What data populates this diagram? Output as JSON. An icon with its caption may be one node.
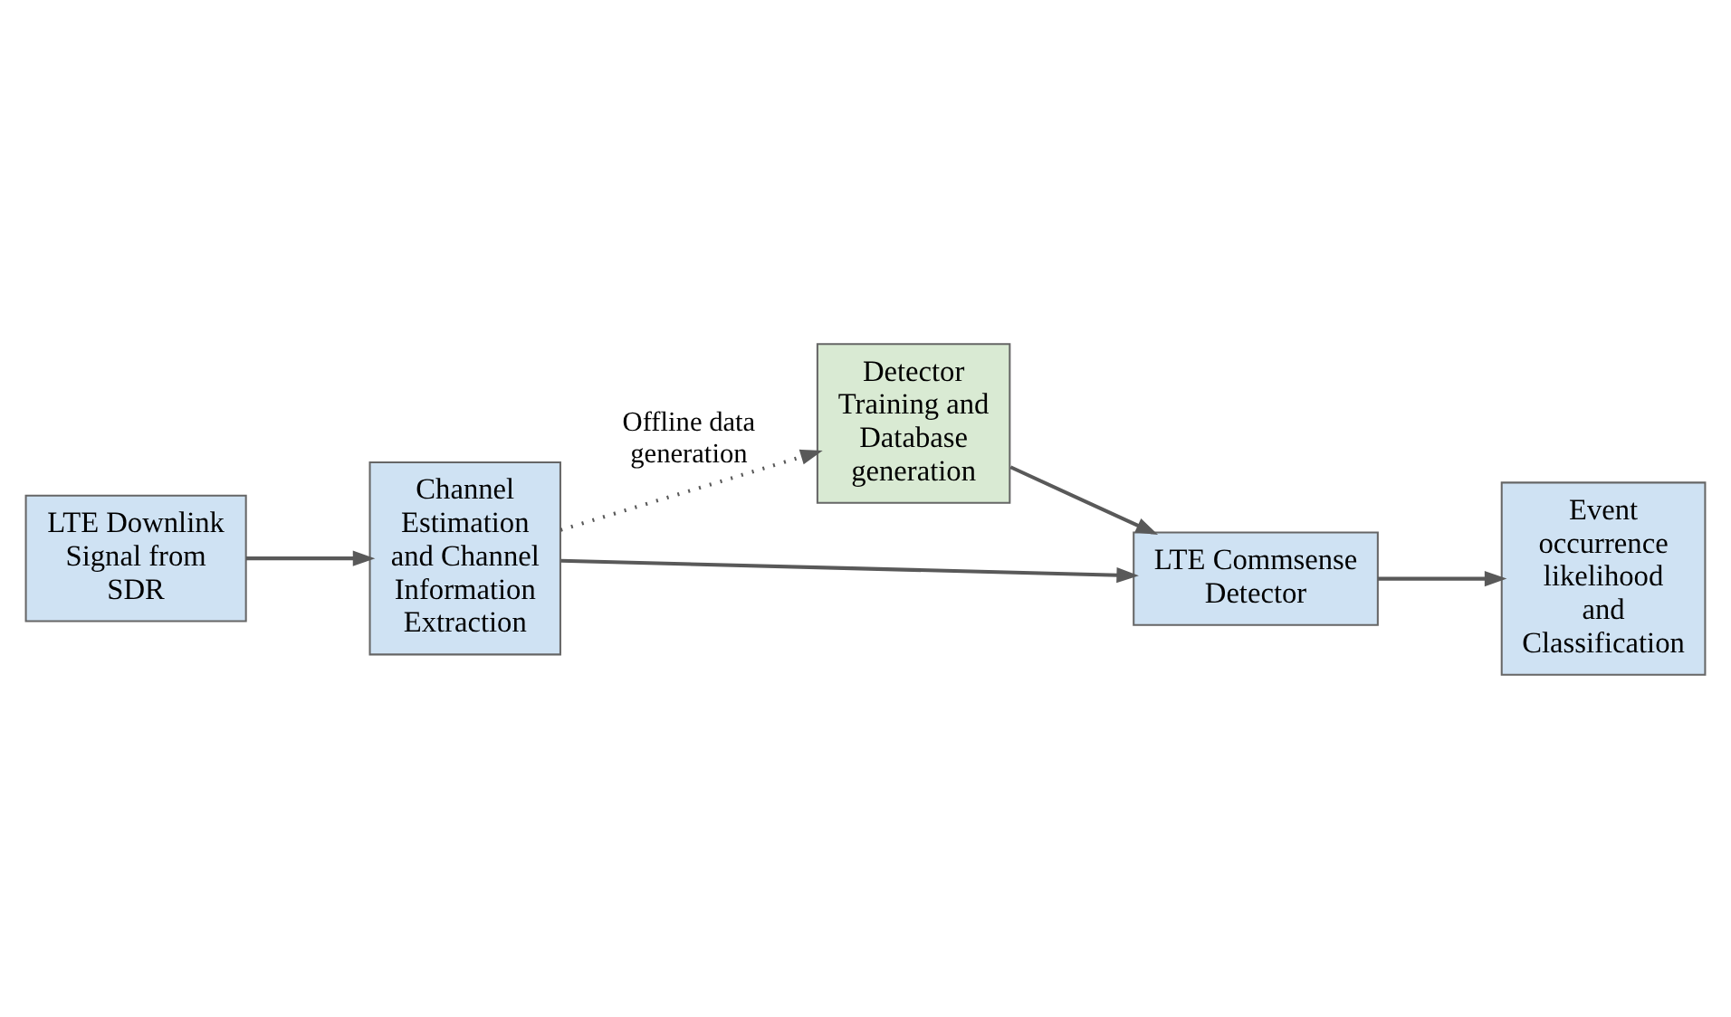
{
  "diagram": {
    "nodes": [
      {
        "text": [
          "LTE Downlink Signal from SDR"
        ]
      },
      {
        "text": [
          "Channel Estimation and Channel Information Extraction"
        ]
      },
      {
        "text": [
          "Detector Training and Database generation"
        ]
      },
      {
        "text": [
          "LTE Commsense Detector"
        ]
      },
      {
        "text": [
          "Event occurrence likelihood and Classification"
        ]
      }
    ],
    "edges": [
      {
        "from": 0,
        "to": 1,
        "arrow": "to"
      },
      {
        "from": 1,
        "to": 2,
        "arrow": "to",
        "label": "Offline data generation",
        "style": "dashed"
      },
      {
        "from": 1,
        "to": 3,
        "arrow": "to"
      },
      {
        "from": 2,
        "to": 3,
        "arrow": "to"
      },
      {
        "from": 3,
        "to": 4,
        "arrow": "to"
      }
    ]
  }
}
